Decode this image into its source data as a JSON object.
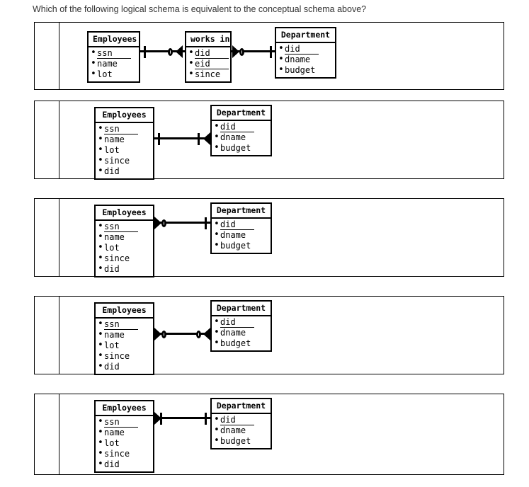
{
  "question": {
    "text": "Which of the following logical schema is equivalent to the conceptual schema above?"
  },
  "entities": {
    "employees_short": {
      "title": "Employees",
      "attributes": [
        {
          "label": "ssn",
          "key": true
        },
        {
          "label": "name",
          "key": false
        },
        {
          "label": "lot",
          "key": false
        }
      ]
    },
    "works_in": {
      "title": "works in",
      "attributes": [
        {
          "label": "did",
          "key": true
        },
        {
          "label": "eid",
          "key": true
        },
        {
          "label": "since",
          "key": false
        }
      ]
    },
    "department": {
      "title": "Department",
      "attributes": [
        {
          "label": "did",
          "key": true
        },
        {
          "label": "dname",
          "key": false
        },
        {
          "label": "budget",
          "key": false
        }
      ]
    },
    "employees_long": {
      "title": "Employees",
      "attributes": [
        {
          "label": "ssn",
          "key": true
        },
        {
          "label": "name",
          "key": false
        },
        {
          "label": "lot",
          "key": false
        },
        {
          "label": "since",
          "key": false
        },
        {
          "label": "did",
          "key": false
        }
      ]
    }
  },
  "options": [
    {
      "id": "option-1",
      "tables": [
        "Employees",
        "works in",
        "Department"
      ],
      "relationships": [
        {
          "from": "Employees",
          "to": "works in",
          "from_cardinality": "one",
          "to_cardinality": "zero-or-many"
        },
        {
          "from": "works in",
          "to": "Department",
          "from_cardinality": "zero-or-many",
          "to_cardinality": "one"
        }
      ]
    },
    {
      "id": "option-2",
      "tables": [
        "Employees",
        "Department"
      ],
      "relationships": [
        {
          "from": "Employees",
          "to": "Department",
          "from_cardinality": "one",
          "to_cardinality": "one-or-many"
        }
      ]
    },
    {
      "id": "option-3",
      "tables": [
        "Employees",
        "Department"
      ],
      "relationships": [
        {
          "from": "Employees",
          "to": "Department",
          "from_cardinality": "zero-or-many",
          "to_cardinality": "one"
        }
      ]
    },
    {
      "id": "option-4",
      "tables": [
        "Employees",
        "Department"
      ],
      "relationships": [
        {
          "from": "Employees",
          "to": "Department",
          "from_cardinality": "zero-or-many",
          "to_cardinality": "zero-or-many"
        }
      ]
    },
    {
      "id": "option-5",
      "tables": [
        "Employees",
        "Department"
      ],
      "relationships": [
        {
          "from": "Employees",
          "to": "Department",
          "from_cardinality": "one-or-many",
          "to_cardinality": "one"
        }
      ]
    }
  ]
}
